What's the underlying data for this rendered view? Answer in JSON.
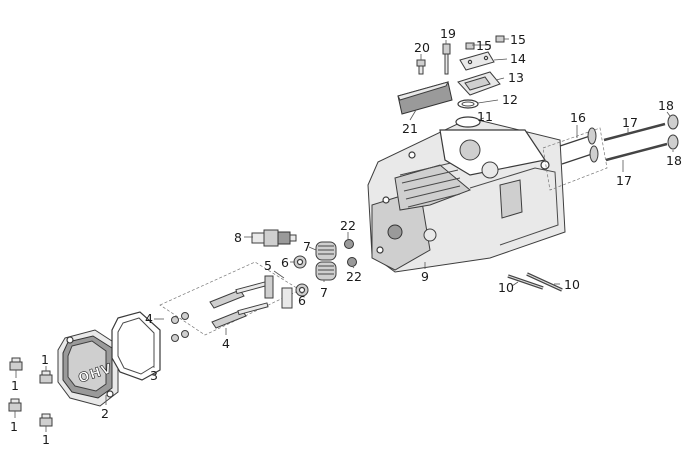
{
  "callouts": {
    "c1a": "1",
    "c1b": "1",
    "c1c": "1",
    "c1d": "1",
    "c2": "2",
    "c3": "3",
    "c4a": "4",
    "c4b": "4",
    "c5": "5",
    "c6a": "6",
    "c6b": "6",
    "c7a": "7",
    "c7b": "7",
    "c8": "8",
    "c9": "9",
    "c10a": "10",
    "c10b": "10",
    "c11": "11",
    "c12": "12",
    "c13": "13",
    "c14": "14",
    "c15a": "15",
    "c15b": "15",
    "c16": "16",
    "c17a": "17",
    "c17b": "17",
    "c18a": "18",
    "c18b": "18",
    "c19": "19",
    "c20": "20",
    "c21": "21",
    "c22a": "22",
    "c22b": "22"
  },
  "valve_cover_marking": "OHV"
}
